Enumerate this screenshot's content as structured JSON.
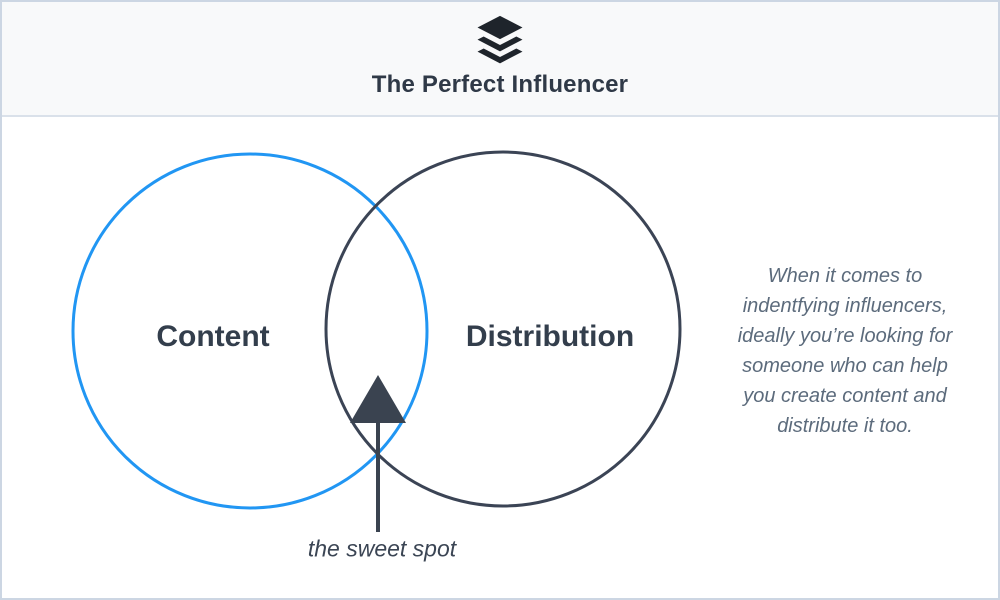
{
  "header": {
    "logo_icon": "stacked-layers-icon",
    "logo_color": "#1e242b",
    "title": "The Perfect Influencer",
    "title_color": "#2f3947",
    "background": "#f8f9fa"
  },
  "diagram": {
    "type": "venn",
    "left_circle": {
      "label": "Content",
      "stroke_color": "#2196f3"
    },
    "right_circle": {
      "label": "Distribution",
      "stroke_color": "#3b4455"
    },
    "overlap": {
      "label": "the sweet spot",
      "arrow_color": "#3a4350"
    }
  },
  "note": {
    "full_text": "When it comes to indentfying influencers, ideally you’re looking for someone who can help you create content and distribute it too.",
    "lines": [
      "When it comes to",
      "indentfying influencers,",
      "ideally you’re looking for",
      "someone who can help",
      "you create content and",
      "distribute it too."
    ],
    "color": "#5c6b7c"
  },
  "page": {
    "border_color": "#ccd6e3",
    "background": "#ffffff"
  }
}
